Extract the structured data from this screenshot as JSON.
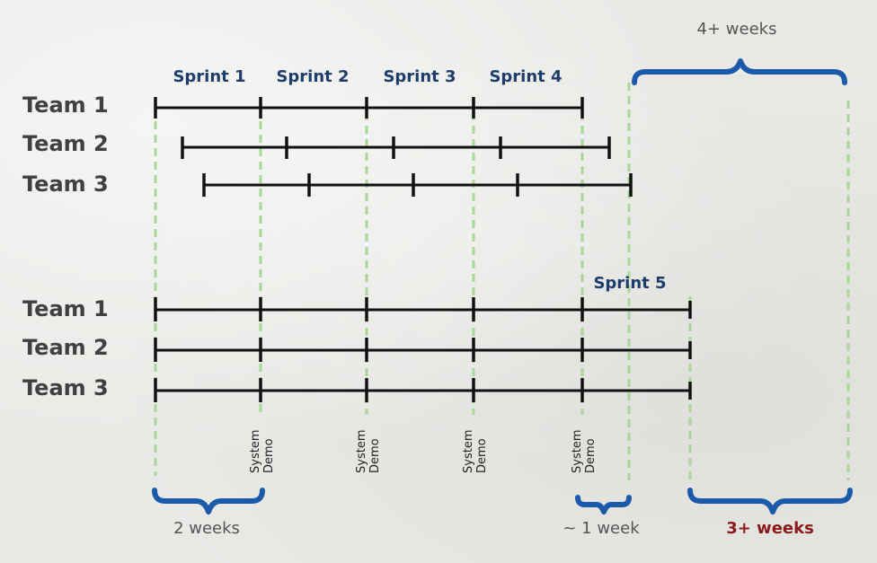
{
  "top_section": {
    "teams": [
      "Team 1",
      "Team 2",
      "Team 3"
    ],
    "sprints": [
      "Sprint 1",
      "Sprint 2",
      "Sprint 3",
      "Sprint 4"
    ]
  },
  "bottom_section": {
    "teams": [
      "Team 1",
      "Team 2",
      "Team 3"
    ],
    "sprint_5_label": "Sprint 5",
    "system_demo_line1": "System",
    "system_demo_line2": "Demo",
    "system_demo_count": 4
  },
  "durations": {
    "two_weeks": "2 weeks",
    "one_week": "~ 1 week",
    "three_plus_weeks": "3+ weeks",
    "four_plus_weeks": "4+ weeks"
  },
  "colors": {
    "team_text": "#404040",
    "sprint_text": "#1f3d6b",
    "brace": "#1a5aa8",
    "guide_line": "#a9d79a",
    "highlight_text": "#8b1a1a"
  }
}
